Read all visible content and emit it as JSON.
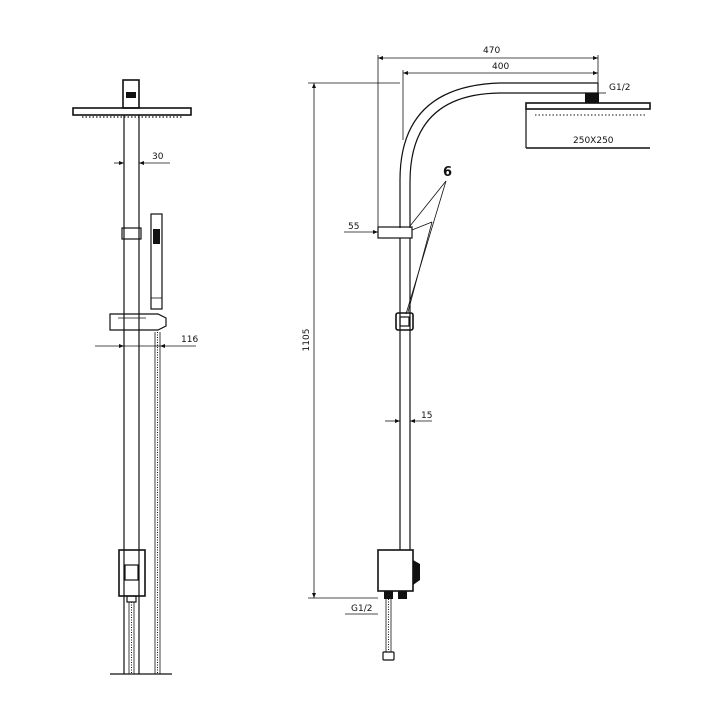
{
  "drawing": {
    "front_view": {
      "dimensions": {
        "pipe_width": "30",
        "hand_shower_offset": "116"
      }
    },
    "side_view": {
      "dimensions": {
        "total_reach": "470",
        "arm_reach": "400",
        "head_connection": "G1/2",
        "head_size": "250X250",
        "total_height": "1105",
        "bracket_depth": "55",
        "rail_width": "15",
        "inlet_connection": "G1/2"
      },
      "callout": "6"
    }
  },
  "colors": {
    "line": "#111111",
    "background": "#ffffff"
  }
}
